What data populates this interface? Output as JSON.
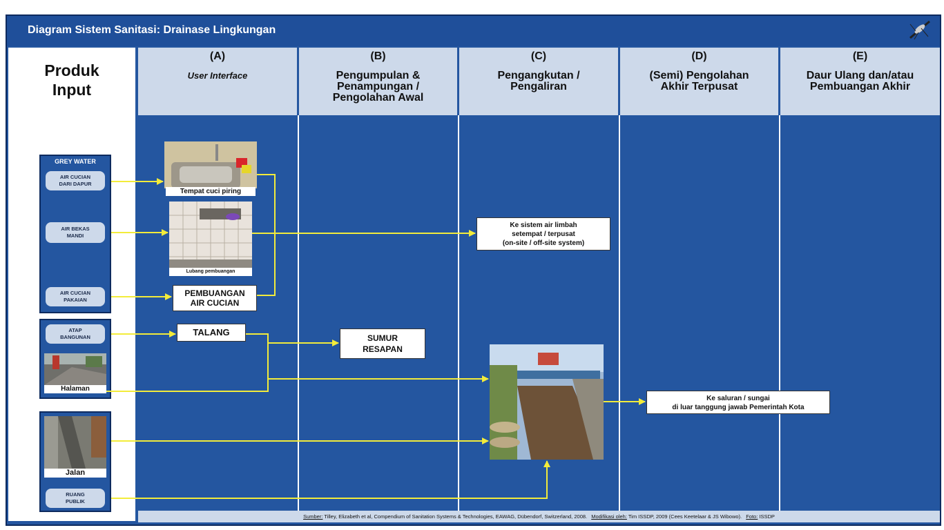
{
  "title": "Diagram Sistem Sanitasi: Drainase Lingkungan",
  "produk_input": {
    "line1": "Produk",
    "line2": "Input"
  },
  "columns": [
    {
      "letter": "(A)",
      "line1": "User Interface",
      "line2": "",
      "line3": ""
    },
    {
      "letter": "(B)",
      "line1": "Pengumpulan &",
      "line2": "Penampungan /",
      "line3": "Pengolahan Awal"
    },
    {
      "letter": "(C)",
      "line1": "Pengangkutan /",
      "line2": "Pengaliran",
      "line3": ""
    },
    {
      "letter": "(D)",
      "line1": "(Semi) Pengolahan",
      "line2": "Akhir Terpusat",
      "line3": ""
    },
    {
      "letter": "(E)",
      "line1": "Daur Ulang dan/atau",
      "line2": "Pembuangan Akhir",
      "line3": ""
    }
  ],
  "grey_water": {
    "label": "GREY WATER",
    "items": [
      {
        "line1": "AIR CUCIAN",
        "line2": "DARI DAPUR"
      },
      {
        "line1": "AIR BEKAS",
        "line2": "MANDI"
      },
      {
        "line1": "AIR CUCIAN",
        "line2": "PAKAIAN"
      }
    ]
  },
  "atap_bangunan": {
    "line1": "ATAP",
    "line2": "BANGUNAN"
  },
  "halaman": "Halaman",
  "jalan": "Jalan",
  "ruang_publik": {
    "line1": "RUANG",
    "line2": "PUBLIK"
  },
  "tempat_cuci_piring": "Tempat cuci piring",
  "lubang_pembuangan": "Lubang pembuangan",
  "pembuangan_air_cucian": {
    "line1": "PEMBUANGAN",
    "line2": "AIR CUCIAN"
  },
  "talang": "TALANG",
  "sumur_resapan": {
    "line1": "SUMUR",
    "line2": "RESAPAN"
  },
  "sistem_limbah": {
    "line1": "Ke sistem air limbah",
    "line2": "setempat / terpusat",
    "line3": "(on-site / off-site system)"
  },
  "saluran_sungai": {
    "line1": "Ke saluran / sungai",
    "line2": "di luar tanggung jawab Pemerintah Kota"
  },
  "footer": {
    "sumber_label": "Sumber:",
    "sumber_text": "Tilley, Elizabeth et al, Compendium of Sanitation Systems & Technologies, EAWAG, Dübendorf, Switzerland, 2008.",
    "modifikasi_label": "Modifikasi oleh:",
    "modifikasi_text": "Tim ISSDP, 2009 (Cees Keetelaar & JS Wibowo).",
    "foto_label": "Foto:",
    "foto_text": "ISSDP"
  },
  "colors": {
    "panel": "#2456a0",
    "header_bg": "#cdd9ea",
    "arrow": "#f3ec3a"
  },
  "icons": {
    "mosquito": "mosquito-icon"
  }
}
